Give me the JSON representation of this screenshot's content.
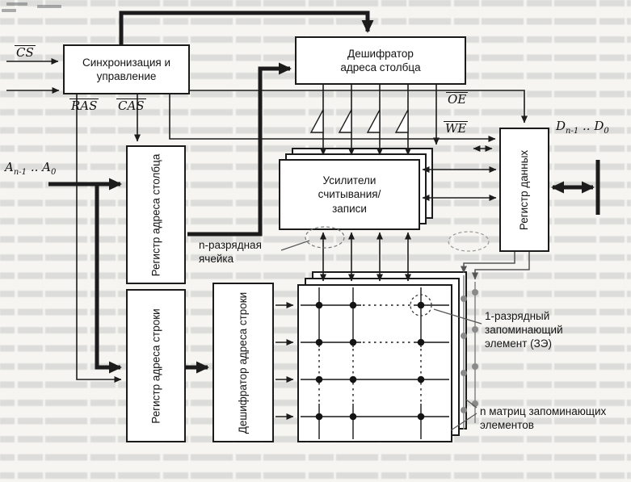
{
  "signals": {
    "cs": "CS",
    "ras": "RAS",
    "cas": "CAS",
    "oe": "OE",
    "we": "WE"
  },
  "address_bus": {
    "sym1": "A",
    "sub1": "n-1",
    "dots": "..",
    "sym2": "A",
    "sub2": "0"
  },
  "data_bus": {
    "sym1": "D",
    "sub1": "n-1",
    "dots": "..",
    "sym2": "D",
    "sub2": "0"
  },
  "blocks": {
    "sync_control": {
      "line1": "Синхронизация и",
      "line2": "управление"
    },
    "column_decoder": {
      "line1": "Дешифратор",
      "line2": "адреса столбца"
    },
    "column_address_register": {
      "label": "Регистр адреса столбца"
    },
    "row_address_register": {
      "label": "Регистр адреса строки"
    },
    "row_decoder": {
      "label": "Дешифратор адреса строки"
    },
    "sense_amplifiers": {
      "line1": "Усилители",
      "line2": "считывания/",
      "line3": "записи"
    },
    "data_register": {
      "label": "Регистр данных"
    }
  },
  "annotations": {
    "n_bit_cell": {
      "line1": "n-разрядная",
      "line2": "ячейка"
    },
    "one_bit_element": {
      "line1": "1-разрядный",
      "line2": "запоминающий",
      "line3": "элемент (ЗЭ)"
    },
    "n_matrices": {
      "line1": "n матриц запоминающих",
      "line2": "элементов"
    }
  },
  "colors": {
    "ink": "#1c1c1c",
    "gray": "#8a8a8a",
    "paper": "#f6f5f1"
  }
}
